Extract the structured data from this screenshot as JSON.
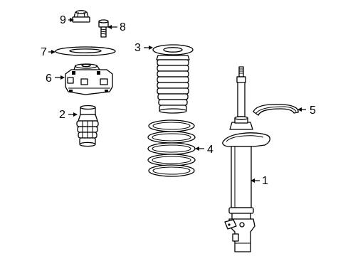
{
  "callouts": [
    {
      "number": "1",
      "part": "strut-assembly"
    },
    {
      "number": "2",
      "part": "jounce-bumper"
    },
    {
      "number": "3",
      "part": "dust-boot"
    },
    {
      "number": "4",
      "part": "coil-spring"
    },
    {
      "number": "5",
      "part": "spring-insulator"
    },
    {
      "number": "6",
      "part": "upper-mount"
    },
    {
      "number": "7",
      "part": "bearing-washer"
    },
    {
      "number": "8",
      "part": "bolt"
    },
    {
      "number": "9",
      "part": "nut"
    }
  ]
}
